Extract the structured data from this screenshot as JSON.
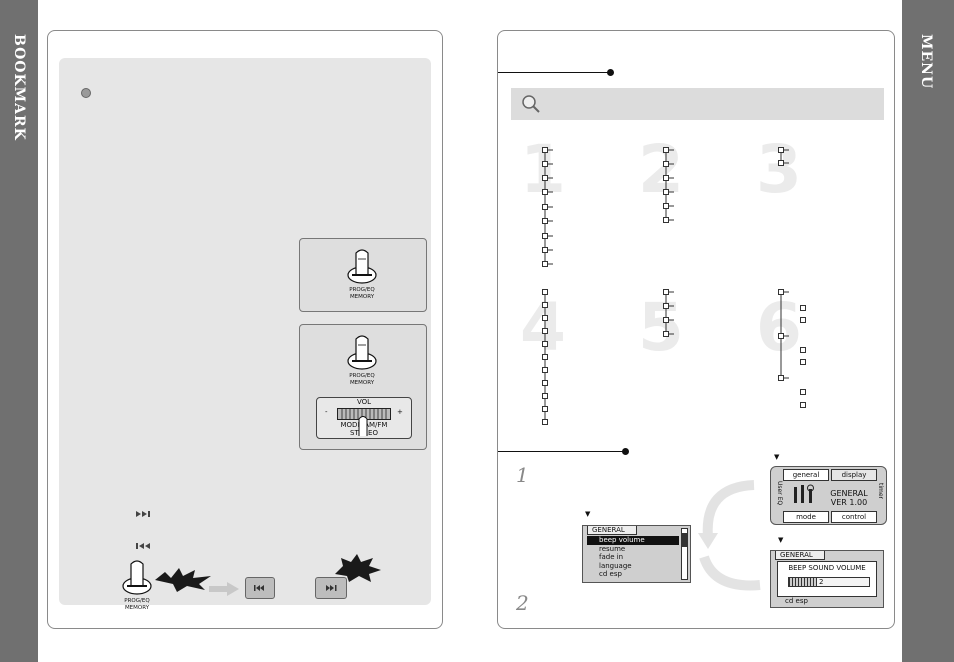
{
  "sidebar_left": {
    "label": "BOOKMARK"
  },
  "sidebar_right": {
    "label": "MENU"
  },
  "left_panel": {
    "illustration_1": {
      "label_line1": "PROG/EQ",
      "label_line2": "MEMORY"
    },
    "illustration_2": {
      "label_line1": "PROG/EQ",
      "label_line2": "MEMORY",
      "vol_label": "VOL",
      "minus": "-",
      "plus": "+",
      "mode_label": "MODE/AM/FM",
      "stereo_label": "STEREO"
    },
    "press_label_line1": "PROG/EQ",
    "press_label_line2": "MEMORY"
  },
  "right_panel": {
    "menu_numbers": [
      "1",
      "2",
      "3",
      "4",
      "5",
      "6"
    ],
    "steps": [
      "1",
      "2"
    ],
    "screen_general": {
      "tab_general": "general",
      "tab_display": "display",
      "side_user_eq": "User EQ",
      "side_timer": "timer",
      "title": "GENERAL",
      "version": "VER 1.00",
      "tab_mode": "mode",
      "tab_control": "control"
    },
    "screen_list": {
      "header": "GENERAL",
      "items": [
        "beep volume",
        "resume",
        "fade in",
        "language",
        "cd esp"
      ]
    },
    "screen_beep": {
      "header": "GENERAL",
      "title": "BEEP SOUND VOLUME",
      "value": "2",
      "footer_item": "cd esp"
    }
  }
}
